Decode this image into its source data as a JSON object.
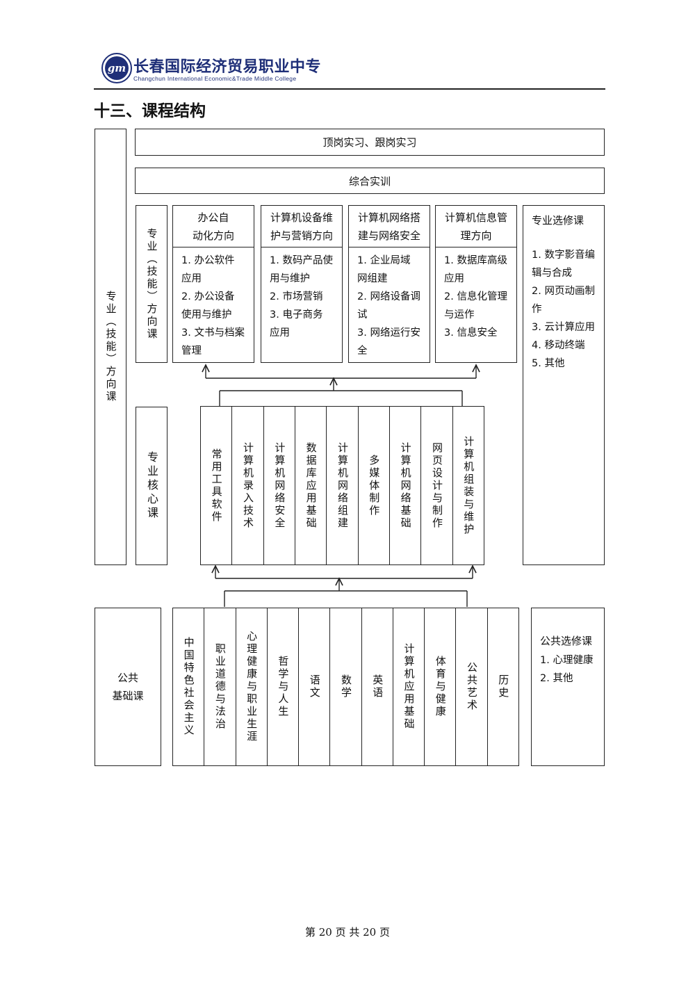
{
  "header": {
    "logo_mark": "gm",
    "school_name": "长春国际经济贸易职业中专",
    "school_name_en": "Changchun International Economic&Trade Middle College"
  },
  "section_title": "十三、课程结构",
  "outer_left_label": "专业（技能）方向课",
  "top_rows": {
    "internship": "顶岗实习、跟岗实习",
    "training": "综合实训"
  },
  "direction": {
    "label": "专业（技能）方向课",
    "columns": [
      {
        "title_l1": "办公自",
        "title_l2": "动化方向",
        "items": [
          "1. 办公软件",
          "应用",
          "2. 办公设备",
          "使用与维护",
          "3. 文书与档案",
          "管理"
        ]
      },
      {
        "title_l1": "计算机设备维",
        "title_l2": "护与营销方向",
        "items": [
          "1. 数码产品使",
          "用与维护",
          "2.  市场营销",
          "3.  电子商务",
          "应用"
        ]
      },
      {
        "title_l1": "计算机网络搭",
        "title_l2": "建与网络安全",
        "items": [
          "1.  企业局域",
          "网组建",
          "2. 网络设备调",
          "试",
          "3. 网络运行安",
          "全"
        ]
      },
      {
        "title_l1": "计算机信息管",
        "title_l2": "理方向",
        "items": [
          "1. 数据库高级",
          "应用",
          "2. 信息化管理",
          "与运作",
          "3.  信息安全"
        ]
      }
    ]
  },
  "elective": {
    "title": "专业选修课",
    "items": [
      "1. 数字影音编",
      "辑与合成",
      "2. 网页动画制",
      "作",
      "3. 云计算应用",
      "4.  移动终端",
      "5.  其他"
    ]
  },
  "core": {
    "label": "专业核心课",
    "courses": [
      "常用工具软件",
      "计算机录入技术",
      "计算机网络安全",
      "数据库应用基础",
      "计算机网络组建",
      "多媒体制作",
      "计算机网络基础",
      "网页设计与制作",
      "计算机组装与维护"
    ]
  },
  "public": {
    "label_l1": "公共",
    "label_l2": "基础课",
    "courses": [
      "中国特色社会主义",
      "职业道德与法治",
      "心理健康与职业生涯",
      "哲学与人生",
      "语文",
      "数学",
      "英语",
      "计算机应用基础",
      "体育与健康",
      "公共艺术",
      "历史"
    ]
  },
  "public_elective": {
    "title": "公共选修课",
    "items": [
      "1. 心理健康",
      "2.  其他"
    ]
  },
  "footer": {
    "page_text": "第 20 页 共 20 页"
  },
  "colors": {
    "line": "#222222",
    "text": "#111111",
    "logo_blue": "#1f2f78"
  }
}
